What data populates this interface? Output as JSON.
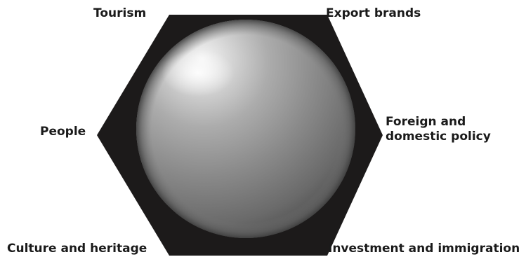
{
  "diagram": {
    "labels": {
      "tourism": "Tourism",
      "export_brands": "Export brands",
      "people": "People",
      "policy_line1": "Foreign and",
      "policy_line2": "domestic policy",
      "culture": "Culture and heritage",
      "investment": "Investment and immigration"
    }
  },
  "colors": {
    "hexagon": "#1c1a1a",
    "sphere_highlight": "#f2f2f2",
    "sphere_mid": "#9a9a9a",
    "sphere_dark": "#555555",
    "label_text": "#1a1a1a"
  }
}
